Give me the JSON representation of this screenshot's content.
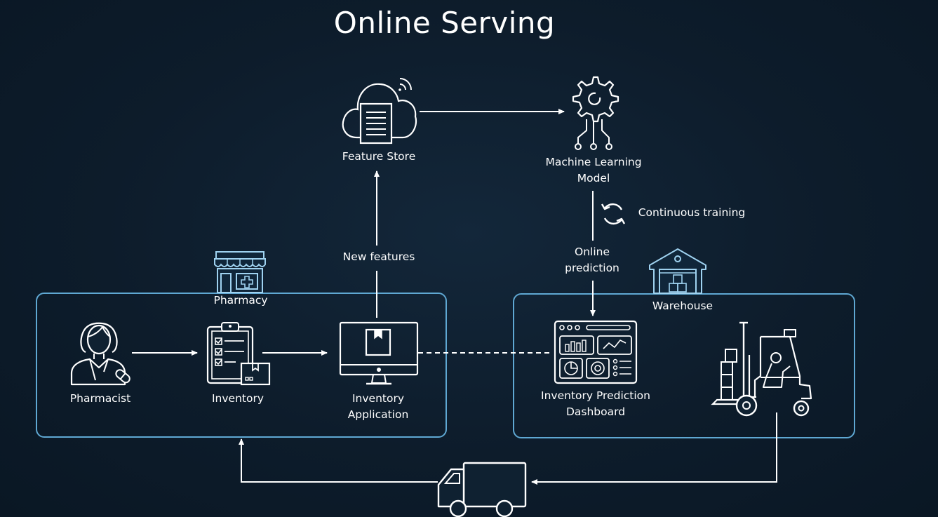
{
  "title": "Online Serving",
  "nodes": {
    "feature_store": "Feature Store",
    "ml_model_line1": "Machine Learning",
    "ml_model_line2": "Model",
    "pharmacy": "Pharmacy",
    "pharmacist": "Pharmacist",
    "inventory": "Inventory",
    "inventory_app_line1": "Inventory",
    "inventory_app_line2": "Application",
    "warehouse": "Warehouse",
    "dashboard_line1": "Inventory Prediction",
    "dashboard_line2": "Dashboard"
  },
  "edges": {
    "new_features": "New features",
    "continuous_training": "Continuous training",
    "online_prediction_line1": "Online",
    "online_prediction_line2": "prediction"
  },
  "colors": {
    "background": "#0d1c2b",
    "box_border": "#5fa8d3",
    "line": "#ffffff"
  },
  "icons": [
    "cloud-document-icon",
    "gear-circuit-icon",
    "storefront-icon",
    "person-icon",
    "clipboard-icon",
    "monitor-icon",
    "warehouse-icon",
    "dashboard-icon",
    "forklift-icon",
    "truck-icon",
    "refresh-icon"
  ]
}
